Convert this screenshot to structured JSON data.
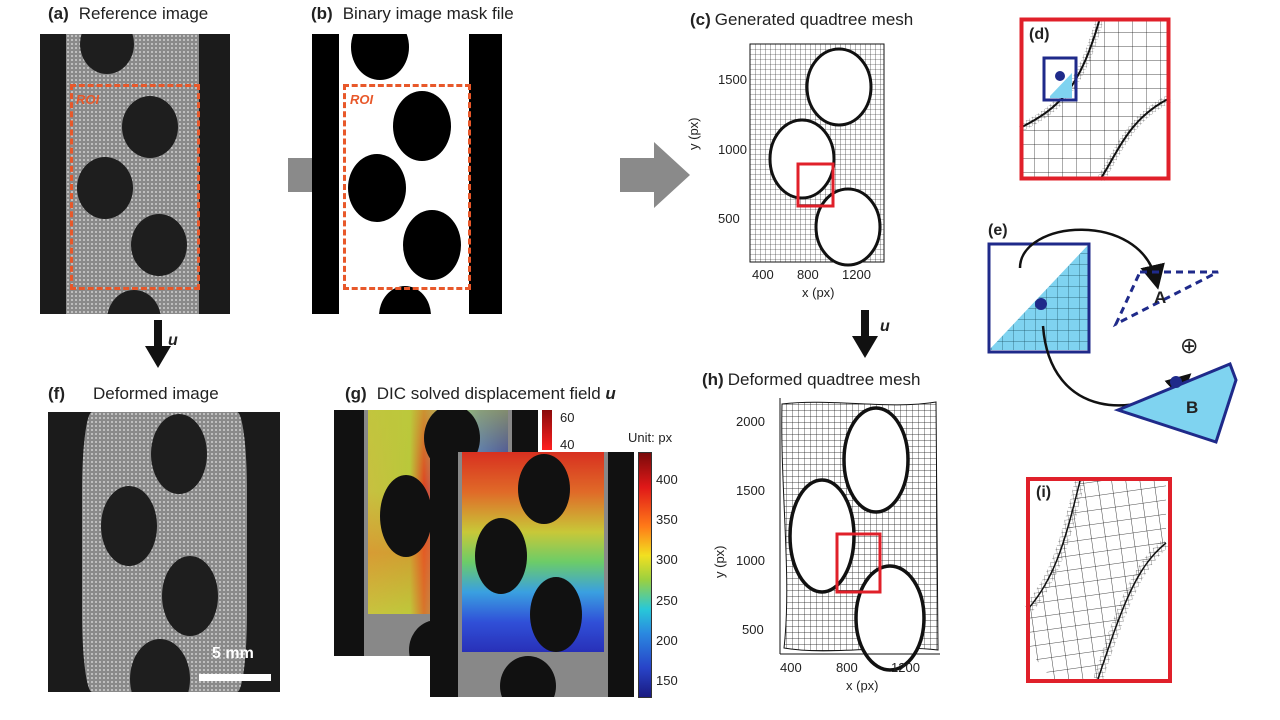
{
  "panels": {
    "a": {
      "tag": "(a)",
      "title": "Reference image",
      "roi_label": "ROI"
    },
    "b": {
      "tag": "(b)",
      "title": "Binary image mask file",
      "roi_label": "ROI"
    },
    "c": {
      "tag": "(c)",
      "title": "Generated quadtree mesh",
      "xlabel": "x (px)",
      "ylabel": "y (px)",
      "xticks": [
        "400",
        "800",
        "1200"
      ],
      "yticks": [
        "1500",
        "1000",
        "500"
      ]
    },
    "d": {
      "tag": "(d)"
    },
    "e": {
      "tag": "(e)",
      "label_a": "A",
      "label_b": "B",
      "operator": "⊕"
    },
    "f": {
      "tag": "(f)",
      "title": "Deformed image",
      "scalebar": "5 mm"
    },
    "g": {
      "tag": "(g)",
      "title": "DIC solved displacement field",
      "title_var": "u",
      "back_colorbar_ticks": [
        "60",
        "40"
      ],
      "unit_label": "Unit: px",
      "colorbar_ticks": [
        "400",
        "350",
        "300",
        "250",
        "200",
        "150"
      ]
    },
    "h": {
      "tag": "(h)",
      "title": "Deformed quadtree mesh",
      "xlabel": "x (px)",
      "ylabel": "y (px)",
      "xticks": [
        "400",
        "800",
        "1200"
      ],
      "yticks": [
        "2000",
        "1500",
        "1000",
        "500"
      ]
    },
    "i": {
      "tag": "(i)"
    }
  },
  "arrows": {
    "u_label_left": "u",
    "u_label_right": "u"
  },
  "colors": {
    "roi": "#e8582a",
    "red_box": "#e0202a",
    "navy": "#1f2a8a",
    "cyan_fill": "#7fd3f0",
    "gray_arrow": "#8a8a8a"
  },
  "chart_data": [
    {
      "type": "table",
      "title": "Colorbar (g) main",
      "unit": "px",
      "ticks": [
        400,
        350,
        300,
        250,
        200,
        150
      ],
      "range": [
        130,
        440
      ],
      "colormap": "jet"
    },
    {
      "type": "table",
      "title": "Colorbar (g) back",
      "ticks": [
        60,
        40
      ]
    }
  ]
}
